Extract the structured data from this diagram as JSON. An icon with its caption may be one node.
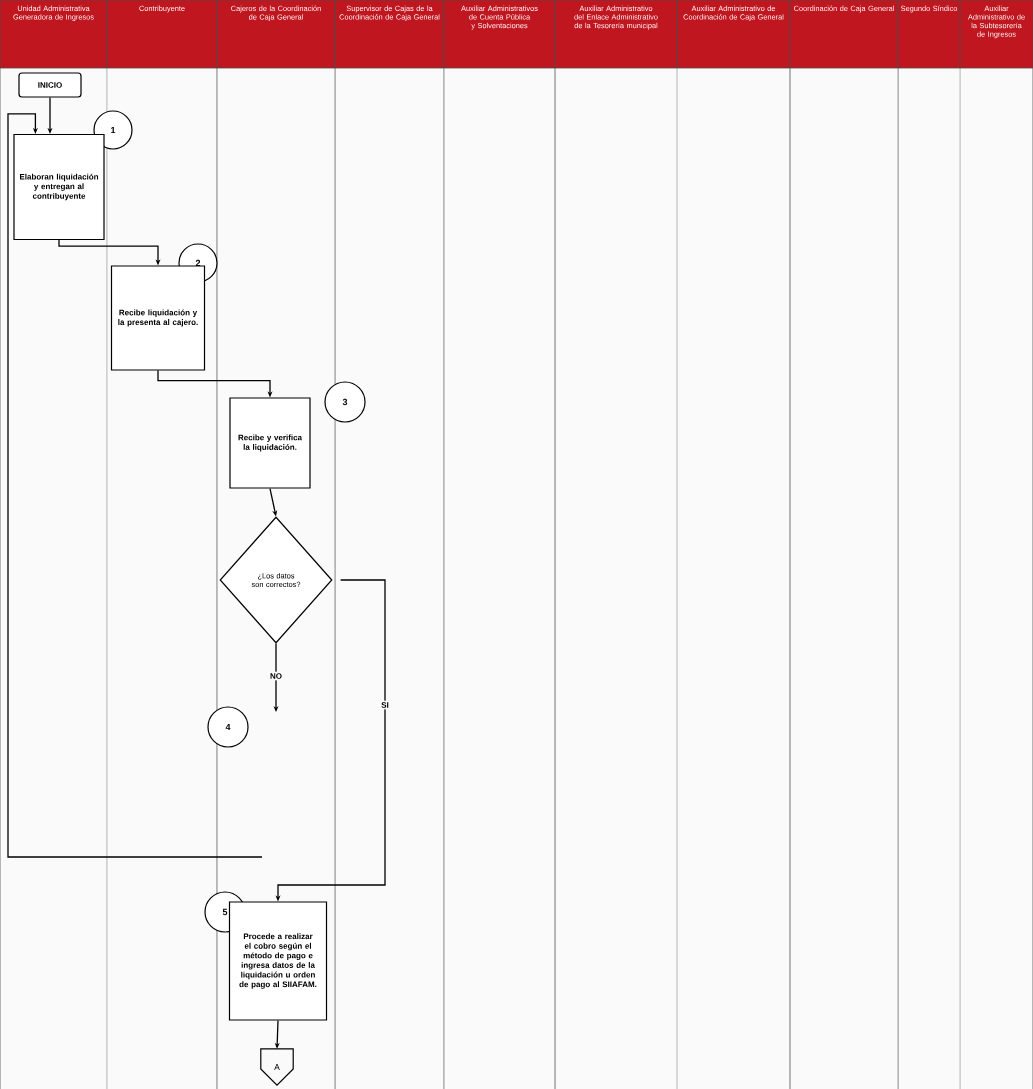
{
  "diagram": {
    "nodes": [
      {
        "text": [
          "Unidad Administrativa Generadora de Ingresos"
        ]
      },
      {
        "text": [
          "Contribuyente"
        ]
      },
      {
        "text": [
          "Cajeros de la Coordinación de Caja General"
        ]
      },
      {
        "text": [
          "Supervisor de Cajas de la Coordinación de Caja General"
        ]
      },
      {
        "text": [
          "Auxiliar Administrativos de Cuenta Pública y Solventaciones"
        ]
      },
      {
        "text": [
          "Auxiliar Administrativo del Enlace Administrativo de la Tesorería municipal"
        ]
      },
      {
        "text": [
          "Auxiliar Administrativo de Coordinación de Caja General"
        ]
      },
      {
        "text": [
          "Coordinación de Caja General"
        ]
      },
      {
        "text": [
          "Segundo Síndico"
        ]
      },
      {
        "text": [
          "Auxiliar Administrativo de la Subtesorería de Ingresos"
        ]
      },
      {
        "text": [
          "INICIO"
        ]
      },
      {
        "text": [
          "1"
        ]
      },
      {
        "text": [
          "Elaboran liquidación y entregan al contribuyente"
        ]
      },
      {
        "text": [
          "2"
        ]
      },
      {
        "text": [
          "Recibe liquidación y la presenta al cajero."
        ]
      },
      {
        "text": [
          "3"
        ]
      },
      {
        "text": [
          "Recibe y verifica la liquidación."
        ]
      },
      {
        "text": [
          "¿Los datos son correctos?"
        ]
      },
      {
        "text": [
          "4"
        ]
      },
      {
        "text": [
          "5"
        ]
      },
      {
        "text": [
          "Procede a realizar el cobro según el método de pago e ingresa datos de la liquidación u orden de pago al SIIAFAM."
        ]
      },
      {
        "text": [
          "A"
        ]
      }
    ],
    "edges": [
      {
        "from": 10,
        "to": 12,
        "arrow": "to"
      },
      {
        "from": 12,
        "to": 14,
        "arrow": "to"
      },
      {
        "from": 14,
        "to": 16,
        "arrow": "to"
      },
      {
        "from": 16,
        "to": 17,
        "arrow": "to"
      },
      {
        "from": 17,
        "to": null,
        "arrow": "to",
        "label": "NO"
      },
      {
        "from": null,
        "to": 12,
        "arrow": "to"
      },
      {
        "from": 17,
        "to": 20,
        "arrow": "to",
        "label": "SI"
      },
      {
        "from": 20,
        "to": 21,
        "arrow": "to"
      }
    ]
  }
}
